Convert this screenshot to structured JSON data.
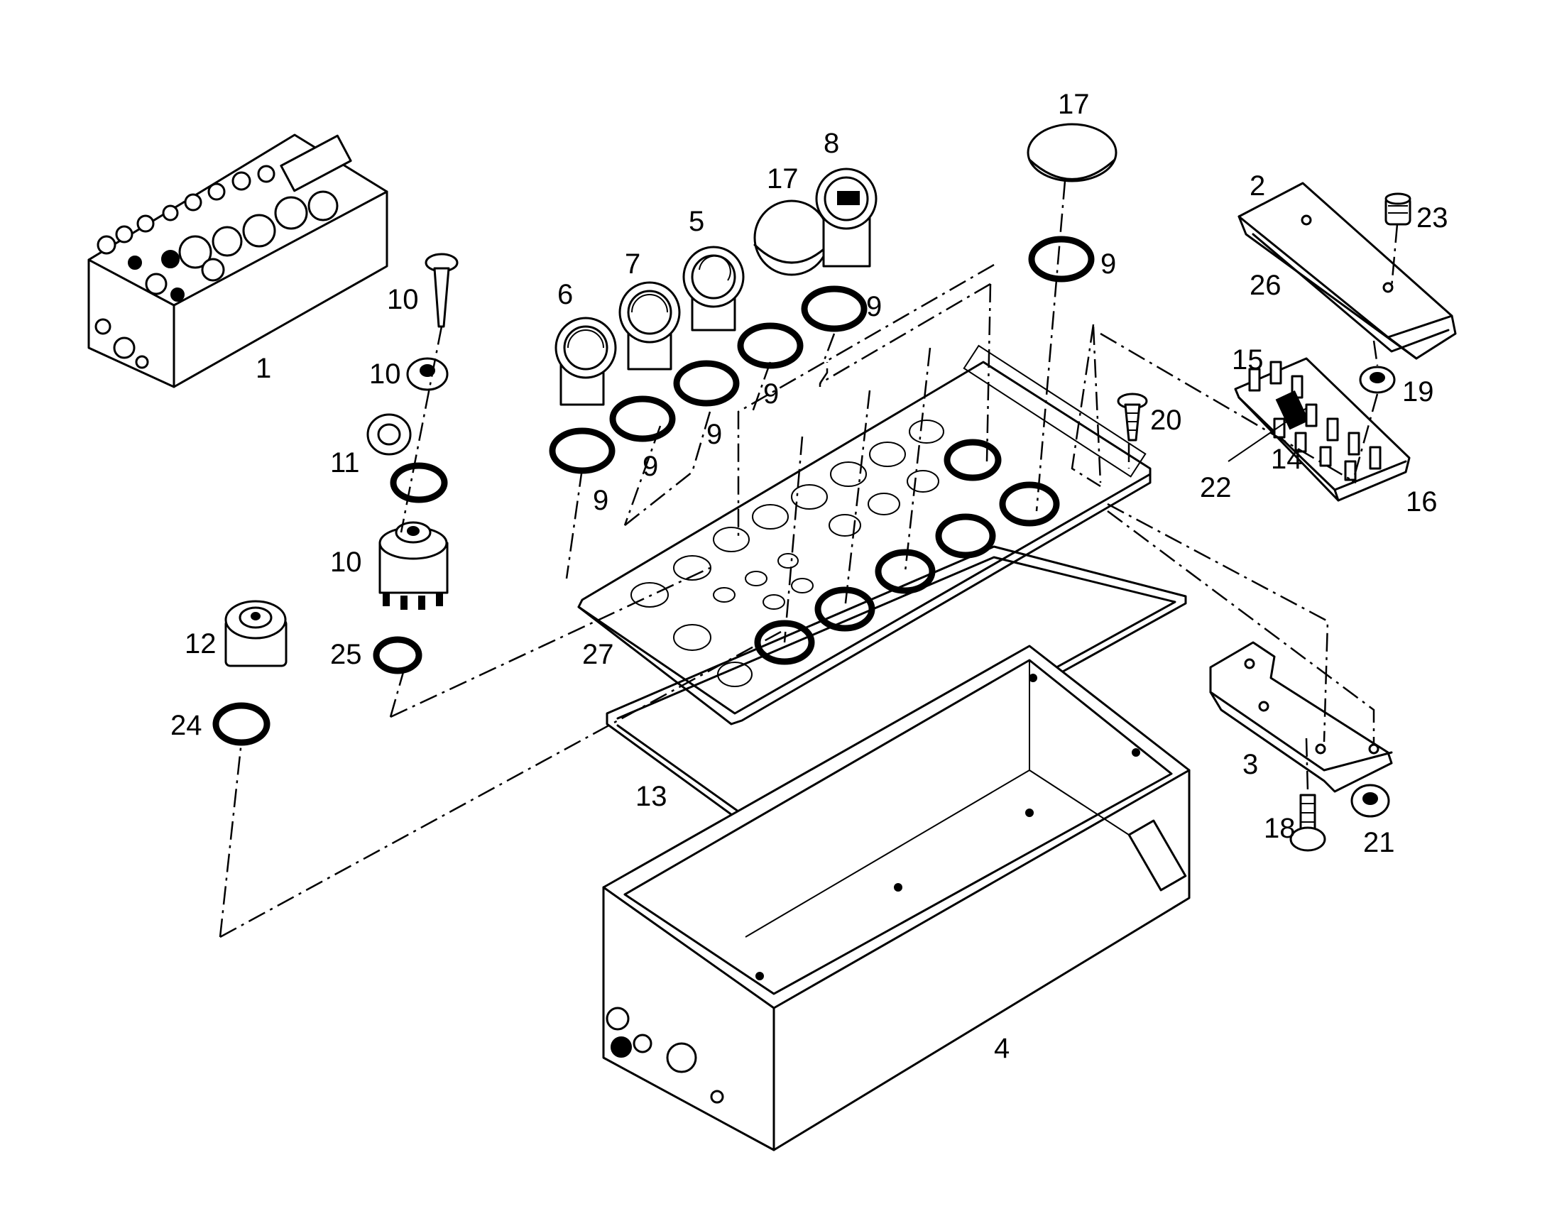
{
  "diagram": {
    "labels": [
      {
        "id": "l1",
        "text": "1"
      },
      {
        "id": "l2",
        "text": "2"
      },
      {
        "id": "l3",
        "text": "3"
      },
      {
        "id": "l4",
        "text": "4"
      },
      {
        "id": "l5",
        "text": "5"
      },
      {
        "id": "l6",
        "text": "6"
      },
      {
        "id": "l7",
        "text": "7"
      },
      {
        "id": "l8",
        "text": "8"
      },
      {
        "id": "l9a",
        "text": "9"
      },
      {
        "id": "l9b",
        "text": "9"
      },
      {
        "id": "l9c",
        "text": "9"
      },
      {
        "id": "l9d",
        "text": "9"
      },
      {
        "id": "l9e",
        "text": "9"
      },
      {
        "id": "l9f",
        "text": "9"
      },
      {
        "id": "l10a",
        "text": "10"
      },
      {
        "id": "l10b",
        "text": "10"
      },
      {
        "id": "l10c",
        "text": "10"
      },
      {
        "id": "l11",
        "text": "11"
      },
      {
        "id": "l12",
        "text": "12"
      },
      {
        "id": "l13",
        "text": "13"
      },
      {
        "id": "l14",
        "text": "14"
      },
      {
        "id": "l15",
        "text": "15"
      },
      {
        "id": "l16",
        "text": "16"
      },
      {
        "id": "l17a",
        "text": "17"
      },
      {
        "id": "l17b",
        "text": "17"
      },
      {
        "id": "l18",
        "text": "18"
      },
      {
        "id": "l19",
        "text": "19"
      },
      {
        "id": "l20",
        "text": "20"
      },
      {
        "id": "l21",
        "text": "21"
      },
      {
        "id": "l22",
        "text": "22"
      },
      {
        "id": "l23",
        "text": "23"
      },
      {
        "id": "l24",
        "text": "24"
      },
      {
        "id": "l25",
        "text": "25"
      },
      {
        "id": "l26",
        "text": "26"
      },
      {
        "id": "l27",
        "text": "27"
      }
    ]
  }
}
